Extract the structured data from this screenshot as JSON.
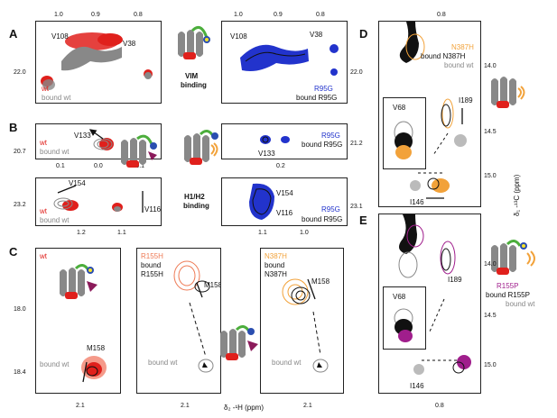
{
  "panels": {
    "A": {
      "letter": "A",
      "left_top_ticks": [
        "1.0",
        "0.9",
        "0.8"
      ],
      "right_top_ticks": [
        "1.0",
        "0.9",
        "0.8"
      ],
      "y_tick": "22.0",
      "left_peak_labels": [
        "V108",
        "V38"
      ],
      "left_legend": [
        "wt",
        "bound wt"
      ],
      "right_peak_labels": [
        "V108",
        "V38"
      ],
      "right_legend": [
        "R95G",
        "bound R95G"
      ],
      "center_label": [
        "VIM",
        "binding"
      ]
    },
    "B": {
      "letter": "B",
      "y_ticks_left": [
        "20.7",
        "23.2"
      ],
      "y_ticks_right": [
        "21.2",
        "23.1"
      ],
      "top_left_labels": [
        "V133",
        "wt",
        "bound wt"
      ],
      "top_left_xticks": [
        "0.1",
        "0.0",
        "-0.1"
      ],
      "top_right_labels": [
        "V133",
        "R95G",
        "bound R95G"
      ],
      "top_right_xticks": [
        "0.2"
      ],
      "bottom_left_labels": [
        "V154",
        "V116",
        "wt",
        "bound wt"
      ],
      "bottom_left_xticks": [
        "1.2",
        "1.1"
      ],
      "bottom_right_labels": [
        "V154",
        "V116",
        "R95G",
        "bound R95G"
      ],
      "bottom_right_xticks": [
        "1.1",
        "1.0"
      ],
      "center_label": [
        "H1/H2",
        "binding"
      ]
    },
    "C": {
      "letter": "C",
      "y_ticks": [
        "18.0",
        "18.4"
      ],
      "box1": {
        "title": "wt",
        "peak": "M158",
        "legend": "bound wt",
        "xtick": "2.1"
      },
      "box2": {
        "title": [
          "R155H",
          "bound",
          "R155H"
        ],
        "peak": "M158",
        "legend": "bound wt",
        "xtick": "2.1"
      },
      "box3": {
        "title": [
          "N387H",
          "bound",
          "N387H"
        ],
        "peak": "M158",
        "legend": "bound wt",
        "xtick": "2.1"
      },
      "xaxis_label": "δ₂ -¹H (ppm)"
    },
    "D": {
      "letter": "D",
      "top_tick": "0.8",
      "legend": [
        "N387H",
        "bound N387H",
        "bound wt"
      ],
      "peaks": [
        "I189",
        "V68",
        "I146"
      ],
      "y_ticks": [
        "14.0",
        "14.5",
        "15.0"
      ]
    },
    "E": {
      "letter": "E",
      "legend": [
        "R155P",
        "bound R155P",
        "bound wt"
      ],
      "peaks": [
        "I189",
        "V68",
        "I146"
      ],
      "y_ticks": [
        "14.0",
        "14.5",
        "15.0"
      ],
      "xtick": "0.8"
    },
    "yaxis_label": "δ₁ -¹³C (ppm)"
  },
  "colors": {
    "wt": "#e0201c",
    "bound_wt": "#888888",
    "R95G": "#2233cc",
    "N387H": "#f2a23a",
    "R155P": "#a01e8c",
    "R155H": "#ee7a55",
    "dark": "#111111"
  }
}
